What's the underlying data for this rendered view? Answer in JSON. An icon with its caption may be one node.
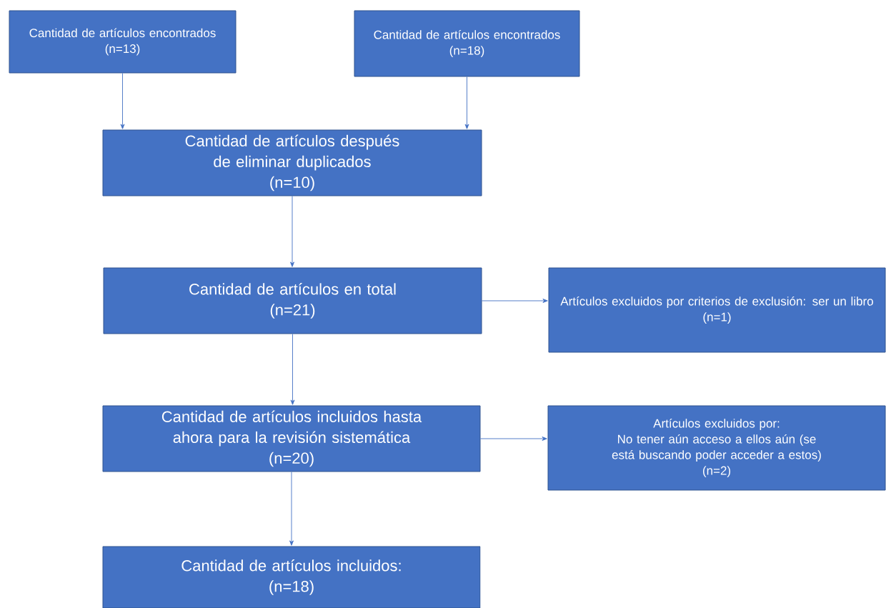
{
  "diagram": {
    "nodes": [
      {
        "text": [
          "Cantidad de artículos encontrados",
          "(n=13)"
        ]
      },
      {
        "text": [
          "Cantidad de artículos encontrados",
          "(n=18)"
        ]
      },
      {
        "text": [
          "Cantidad de artículos después de eliminar duplicados",
          "(n=10)"
        ]
      },
      {
        "text": [
          "Cantidad de artículos en total",
          "(n=21)"
        ]
      },
      {
        "text": [
          "Artículos excluidos por criterios de exclusión: ser un libro",
          "(n=1)"
        ]
      },
      {
        "text": [
          "Cantidad de artículos incluidos hasta ahora para la revisión sistemática",
          "(n=20)"
        ]
      },
      {
        "text": [
          "Artículos excluidos por:",
          "No tener aún acceso a ellos aún (se está buscando poder acceder a estos)",
          "(n=2)"
        ]
      },
      {
        "text": [
          "Cantidad de artículos incluidos:",
          "(n=18)"
        ]
      }
    ],
    "edges": [
      {
        "from": 0,
        "to": 2,
        "arrow": "to"
      },
      {
        "from": 1,
        "to": 2,
        "arrow": "to"
      },
      {
        "from": 2,
        "to": 3,
        "arrow": "to"
      },
      {
        "from": 3,
        "to": 4,
        "arrow": "to"
      },
      {
        "from": 3,
        "to": 5,
        "arrow": "to"
      },
      {
        "from": 5,
        "to": 6,
        "arrow": "to"
      },
      {
        "from": 5,
        "to": 7,
        "arrow": "to"
      }
    ]
  }
}
